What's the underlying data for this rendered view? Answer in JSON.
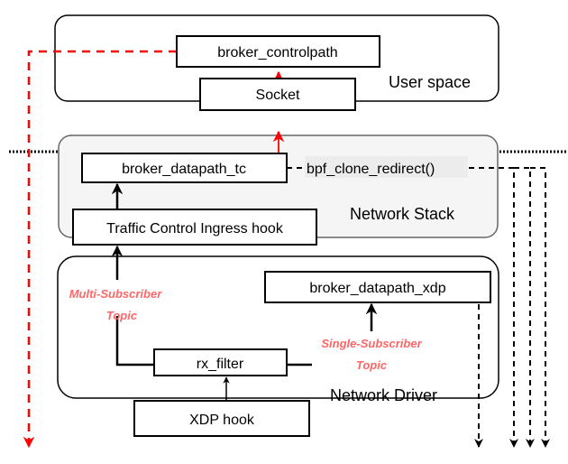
{
  "diagram": {
    "regions": {
      "user_space": "User space",
      "network_stack": "Network Stack",
      "network_driver": "Network Driver"
    },
    "boxes": {
      "broker_controlpath": "broker_controlpath",
      "socket": "Socket",
      "broker_datapath_tc": "broker_datapath_tc",
      "tc_ingress_hook": "Traffic Control Ingress hook",
      "broker_datapath_xdp": "broker_datapath_xdp",
      "rx_filter": "rx_filter",
      "xdp_hook": "XDP hook"
    },
    "labels": {
      "bpf_clone_redirect": "bpf_clone_redirect()",
      "multi_subscriber_line1": "Multi-Subscriber",
      "multi_subscriber_line2": "Topic",
      "single_subscriber_line1": "Single-Subscriber",
      "single_subscriber_line2": "Topic"
    },
    "colors": {
      "control_path": "#ff0000",
      "topic_label": "#ff6666",
      "network_stack_fill": "#f5f5f5"
    }
  }
}
